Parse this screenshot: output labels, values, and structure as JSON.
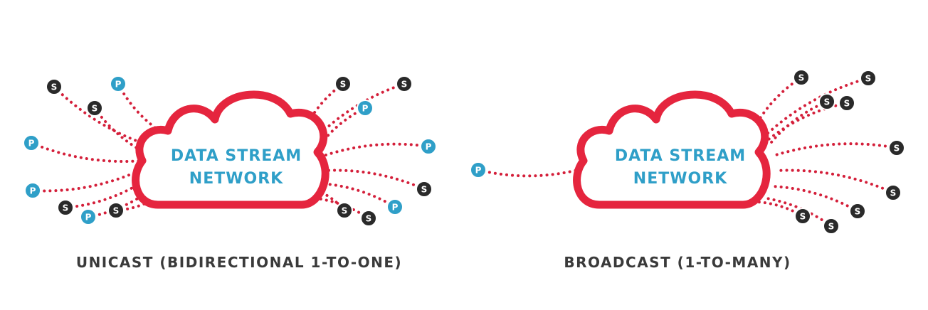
{
  "colors": {
    "cloud": "#e5253e",
    "line": "#d41f3a",
    "text_blue": "#2f9fc8",
    "node_s": "#2a2a2a",
    "node_p": "#2f9fc8",
    "caption": "#3a3a3a"
  },
  "unicast": {
    "cloud_line1": "Data Stream",
    "cloud_line2": "Network",
    "caption": "Unicast (bidirectional 1-to-one)",
    "nodes": [
      {
        "type": "S",
        "label": "S"
      },
      {
        "type": "P",
        "label": "P"
      },
      {
        "type": "S",
        "label": "S"
      },
      {
        "type": "P",
        "label": "P"
      },
      {
        "type": "P",
        "label": "P"
      },
      {
        "type": "S",
        "label": "S"
      },
      {
        "type": "P",
        "label": "P"
      },
      {
        "type": "S",
        "label": "S"
      },
      {
        "type": "S",
        "label": "S"
      },
      {
        "type": "S",
        "label": "S"
      },
      {
        "type": "P",
        "label": "P"
      },
      {
        "type": "P",
        "label": "P"
      },
      {
        "type": "S",
        "label": "S"
      },
      {
        "type": "S",
        "label": "S"
      },
      {
        "type": "S",
        "label": "S"
      },
      {
        "type": "P",
        "label": "P"
      }
    ]
  },
  "broadcast": {
    "cloud_line1": "Data Stream",
    "cloud_line2": "Network",
    "caption": "Broadcast (1-to-many)",
    "nodes": [
      {
        "type": "P",
        "label": "P"
      },
      {
        "type": "S",
        "label": "S"
      },
      {
        "type": "S",
        "label": "S"
      },
      {
        "type": "S",
        "label": "S"
      },
      {
        "type": "S",
        "label": "S"
      },
      {
        "type": "S",
        "label": "S"
      },
      {
        "type": "S",
        "label": "S"
      },
      {
        "type": "S",
        "label": "S"
      },
      {
        "type": "S",
        "label": "S"
      },
      {
        "type": "S",
        "label": "S"
      }
    ]
  }
}
